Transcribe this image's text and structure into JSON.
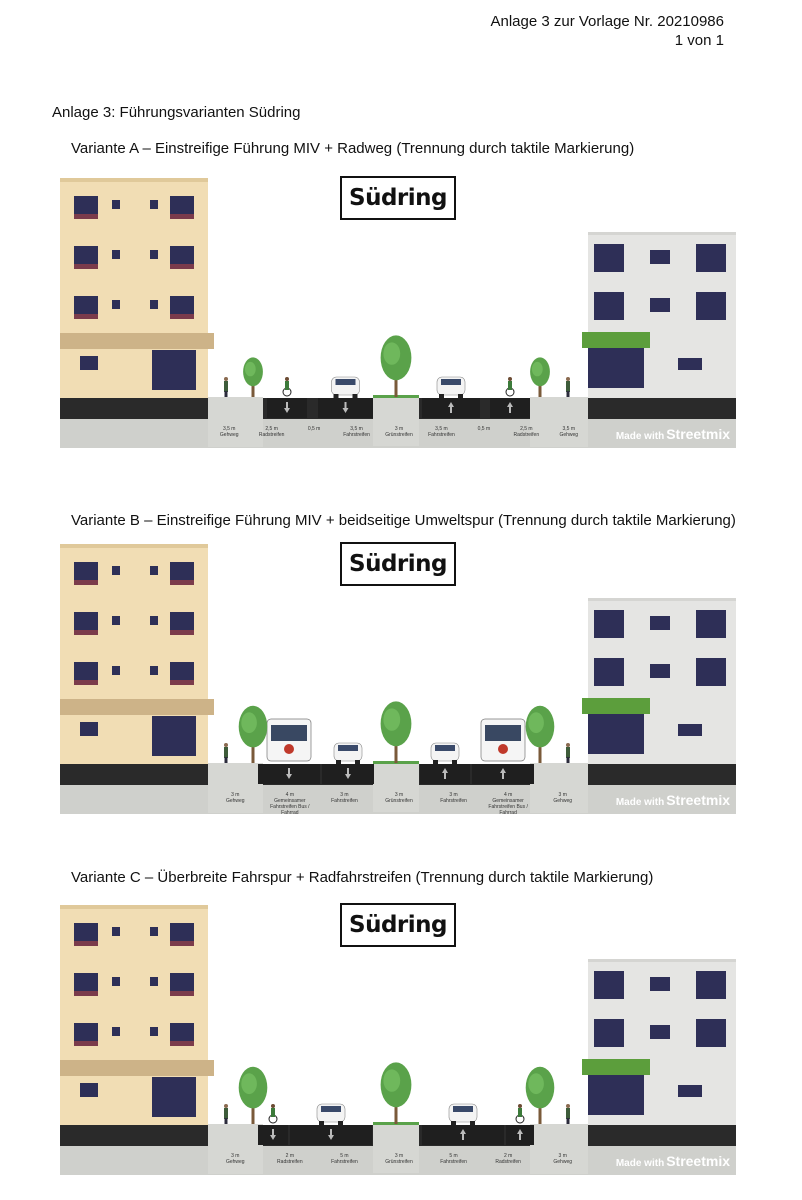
{
  "header": {
    "line1": "Anlage 3 zur Vorlage Nr. 20210986",
    "line2": "1 von 1"
  },
  "section_title": "Anlage 3: Führungsvarianten Südring",
  "colors": {
    "building_left": "#f1ddb4",
    "building_right": "#e5e5e3",
    "lane": "#2a2a2a",
    "ground": "#cfd0cc",
    "tree": "#5aa24a"
  },
  "variants": [
    {
      "title": "Variante A – Einstreifige Führung MIV + Radweg (Trennung durch taktile Markierung)",
      "sign": "Südring",
      "made_with": "Made with",
      "brand": "Streetmix",
      "segments": [
        {
          "w": "3,5 m",
          "n": "Gehweg"
        },
        {
          "w": "2,5 m",
          "n": "Radstreifen"
        },
        {
          "w": "0,5 m",
          "n": ""
        },
        {
          "w": "3,5 m",
          "n": "Fahrstreifen"
        },
        {
          "w": "3 m",
          "n": "Grünstreifen"
        },
        {
          "w": "3,5 m",
          "n": "Fahrstreifen"
        },
        {
          "w": "0,5 m",
          "n": ""
        },
        {
          "w": "2,5 m",
          "n": "Radstreifen"
        },
        {
          "w": "3,5 m",
          "n": "Gehweg"
        }
      ]
    },
    {
      "title": "Variante B – Einstreifige Führung MIV + beidseitige Umweltspur (Trennung durch taktile Markierung)",
      "sign": "Südring",
      "made_with": "Made with",
      "brand": "Streetmix",
      "segments": [
        {
          "w": "3 m",
          "n": "Gehweg"
        },
        {
          "w": "4 m",
          "n": "Gemeinsamer Fahrstreifen Bus / Fahrrad"
        },
        {
          "w": "3 m",
          "n": "Fahrstreifen"
        },
        {
          "w": "3 m",
          "n": "Grünstreifen"
        },
        {
          "w": "3 m",
          "n": "Fahrstreifen"
        },
        {
          "w": "4 m",
          "n": "Gemeinsamer Fahrstreifen Bus / Fahrrad"
        },
        {
          "w": "3 m",
          "n": "Gehweg"
        }
      ]
    },
    {
      "title": "Variante C – Überbreite Fahrspur + Radfahrstreifen (Trennung durch taktile Markierung)",
      "sign": "Südring",
      "made_with": "Made with",
      "brand": "Streetmix",
      "segments": [
        {
          "w": "3 m",
          "n": "Gehweg"
        },
        {
          "w": "2 m",
          "n": "Radstreifen"
        },
        {
          "w": "5 m",
          "n": "Fahrstreifen"
        },
        {
          "w": "3 m",
          "n": "Grünstreifen"
        },
        {
          "w": "5 m",
          "n": "Fahrstreifen"
        },
        {
          "w": "2 m",
          "n": "Radstreifen"
        },
        {
          "w": "3 m",
          "n": "Gehweg"
        }
      ]
    }
  ]
}
